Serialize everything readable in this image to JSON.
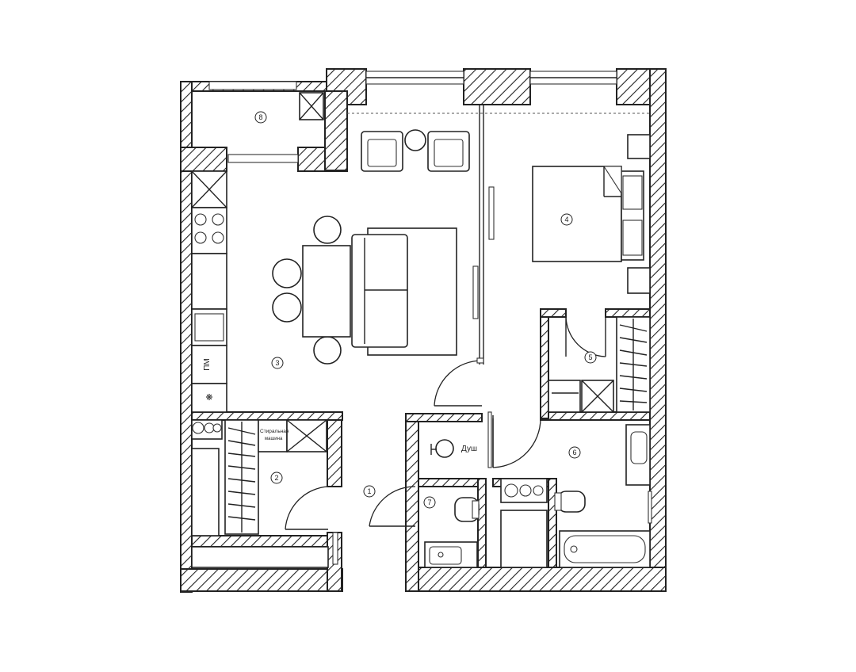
{
  "rooms": [
    {
      "id": "1",
      "label": "1"
    },
    {
      "id": "2",
      "label": "2"
    },
    {
      "id": "3",
      "label": "3"
    },
    {
      "id": "4",
      "label": "4"
    },
    {
      "id": "5",
      "label": "5"
    },
    {
      "id": "6",
      "label": "6"
    },
    {
      "id": "7",
      "label": "7"
    },
    {
      "id": "8",
      "label": "8"
    }
  ],
  "labels": {
    "shower": "Душ",
    "washer_line1": "Стиральная",
    "washer_line2": "машина",
    "dishwasher": "ПМ",
    "fridge": "❋"
  },
  "colors": {
    "wall_hatch": "#222222",
    "background": "#ffffff"
  }
}
